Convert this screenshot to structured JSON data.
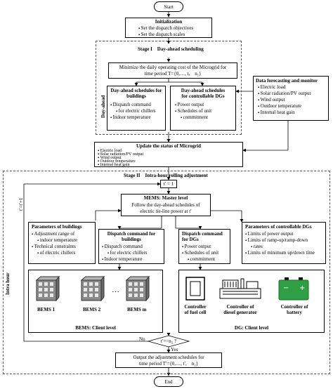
{
  "start": "Start",
  "end": "End",
  "init": {
    "title": "Initialization",
    "items": [
      "Set the dispatch objectives",
      "Set the dispatch scales"
    ]
  },
  "day_ahead_label": "Day-ahead",
  "stage1": {
    "title": "Stage I Day-ahead scheduling",
    "objective": [
      "Minimize the daily operating cost of the Microgrid for",
      "time period T={0,…, t, n₁}"
    ],
    "buildings": {
      "title": [
        "Day-ahead schedules for",
        "buildings"
      ],
      "items": [
        "Dispatch command",
        "for electric chillers",
        "Indoor temperature"
      ]
    },
    "dgs": {
      "title": [
        "Day-ahead schedules",
        "for controllable DGs"
      ],
      "items": [
        "Power output",
        "Schedules of unit",
        "commitment"
      ]
    }
  },
  "forecast": {
    "title": "Data forecasting and monitor",
    "items": [
      "Electric load",
      "Solar radiation/PV output",
      "Wind output",
      "Outdoor temperature",
      "Internal heat gain"
    ]
  },
  "update": {
    "title": "Update the status of Microgrid",
    "items": [
      "Electric load",
      "Solar radiation/PV output",
      "Wind output",
      "Outdoor temperature",
      "Internal heat gain"
    ]
  },
  "intra_hour_label": "Intra hour",
  "stage2": {
    "title": "Stage II Intra-hour rolling adjustment",
    "init": "t′ = 1",
    "increment": "t′=t′+1"
  },
  "mems": {
    "title": "MEMS: Master level",
    "text": [
      "Follow the day-ahead schedules of",
      "electric tie-line power at t′"
    ]
  },
  "params_buildings": {
    "title": "Parameters of buildings",
    "items": [
      "Adjustment range of",
      "indoor temperature",
      "Technical constraints",
      "of electric chillers"
    ]
  },
  "dispatch_buildings": {
    "title": [
      "Dispatch command for",
      "buildings"
    ],
    "items": [
      "Dispatch command",
      "for electric chillers",
      "Indoor temperature"
    ]
  },
  "dispatch_dgs": {
    "title": [
      "Dispatch command",
      "for DGs"
    ],
    "items": [
      "Power output",
      "Schedules of unit",
      "commitment"
    ]
  },
  "params_dgs": {
    "title": "Parameters of controllable DGs",
    "items": [
      "Limits of power output",
      "Limits of ramp-up/ramp-down",
      "rates",
      "Limits of minimum up/down time"
    ]
  },
  "bems": {
    "labels": [
      "BEMS 1",
      "BEMS 2",
      "BEMS m"
    ],
    "dots": "…",
    "client": "BEMS: Client level"
  },
  "dg": {
    "controllers": [
      [
        "Controller",
        "of fuel cell"
      ],
      [
        "Controller of",
        "diesel generator"
      ],
      [
        "Controller of",
        "battery"
      ]
    ],
    "client": "DG: Client level"
  },
  "decision": {
    "text": "t′==n₂ ?",
    "no": "No",
    "yes": "Yes"
  },
  "output": [
    "Output the adjustment schedules for",
    "time period T′={0,…, t′, n₂}"
  ],
  "colors": {
    "battery": "#2ea043",
    "line": "#000000",
    "dashed": "#555555"
  }
}
